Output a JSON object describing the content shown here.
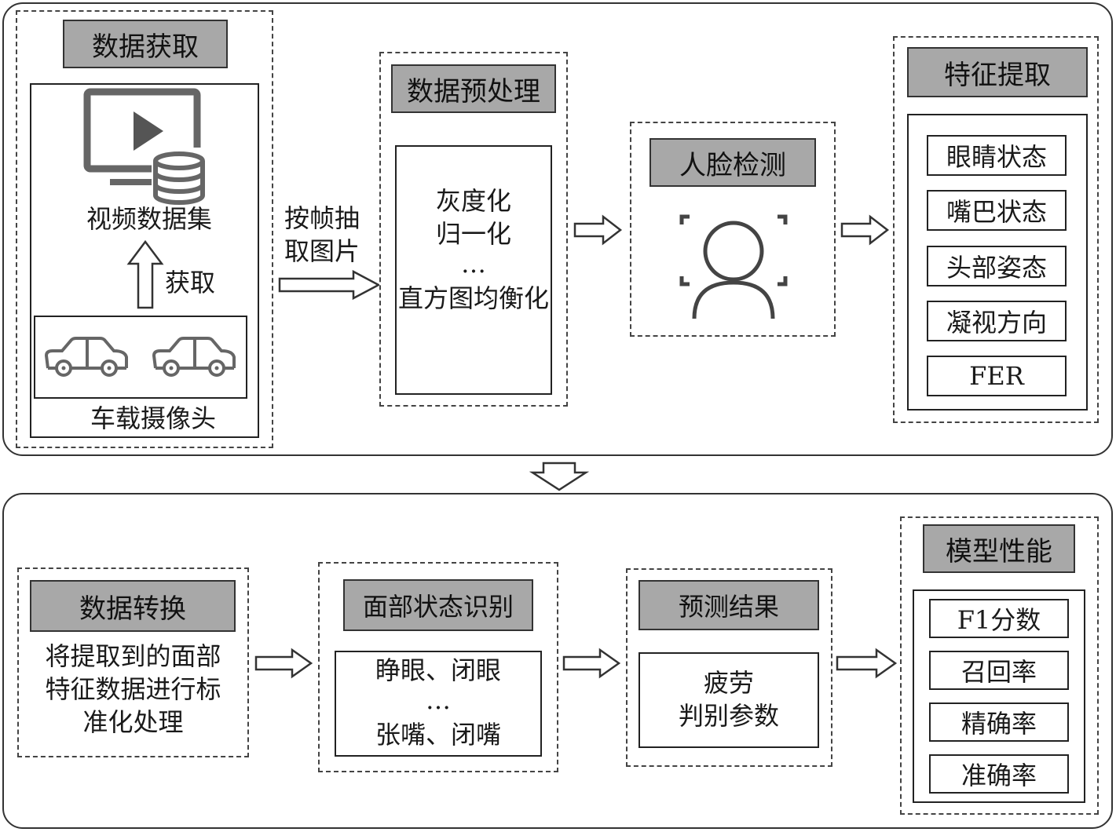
{
  "top": {
    "acquisition": {
      "header": "数据获取",
      "video_label": "视频数据集",
      "arrow_label": "获取",
      "camera_label": "车载摄像头"
    },
    "extract_arrow_label_line1": "按帧抽",
    "extract_arrow_label_line2": "取图片",
    "preprocess": {
      "header": "数据预处理",
      "steps": [
        "灰度化",
        "归一化",
        "…",
        "直方图均衡化"
      ]
    },
    "face_detection": {
      "header": "人脸检测"
    },
    "features": {
      "header": "特征提取",
      "items": [
        "眼睛状态",
        "嘴巴状态",
        "头部姿态",
        "凝视方向",
        "FER"
      ]
    }
  },
  "bottom": {
    "conversion": {
      "header": "数据转换",
      "text_lines": [
        "将提取到的面部",
        "特征数据进行标",
        "准化处理"
      ]
    },
    "recognition": {
      "header": "面部状态识别",
      "lines": [
        "睁眼、闭眼",
        "…",
        "张嘴、闭嘴"
      ]
    },
    "prediction": {
      "header": "预测结果",
      "lines": [
        "疲劳",
        "判别参数"
      ]
    },
    "performance": {
      "header": "模型性能",
      "items": [
        "F1分数",
        "召回率",
        "精确率",
        "准确率"
      ]
    }
  },
  "colors": {
    "header_fill": "#a8a8a8",
    "icon_gray": "#666666",
    "line": "#333333"
  }
}
